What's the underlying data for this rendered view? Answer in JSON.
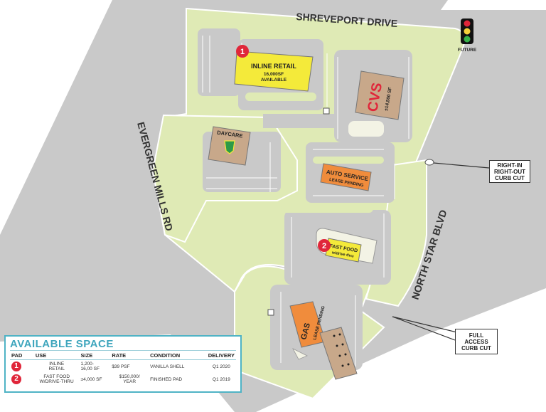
{
  "roads": {
    "shreveport": "SHREVEPORT DRIVE",
    "evergreen": "EVERGREEN MILLS RD",
    "northstar": "NORTH STAR BLVD"
  },
  "future_label": "FUTURE",
  "callouts": {
    "right_in": [
      "RIGHT-IN",
      "RIGHT-OUT",
      "CURB CUT"
    ],
    "full_access": [
      "FULL",
      "ACCESS",
      "CURB CUT"
    ]
  },
  "buildings": {
    "inline_retail": [
      "INLINE RETAIL",
      "16,000SF",
      "AVAILABLE"
    ],
    "cvs_logo": "CVS",
    "cvs_size": "±14,500 SF",
    "daycare": "DAYCARE",
    "auto_service": [
      "AUTO SERVICE",
      "LEASE PENDING"
    ],
    "fast_food": [
      "FAST FOOD",
      "w/drive thru"
    ],
    "gas": [
      "GAS",
      "LEASE PENDING"
    ]
  },
  "pad_markers": {
    "pad1": "1",
    "pad2": "2"
  },
  "available_space": {
    "title": "AVAILABLE SPACE",
    "headers": [
      "PAD",
      "USE",
      "SIZE",
      "RATE",
      "CONDITION",
      "DELIVERY"
    ],
    "rows": [
      {
        "pad": "1",
        "use": [
          "INLINE",
          "RETAIL"
        ],
        "size": [
          "1,200-",
          "16,00 SF"
        ],
        "rate": [
          "$39 PSF"
        ],
        "condition": "VANILLA SHELL",
        "delivery": "Q1 2020"
      },
      {
        "pad": "2",
        "use": [
          "FAST FOOD",
          "W/DRIVE-THRU"
        ],
        "size": [
          "±4,000 SF"
        ],
        "rate": [
          "$150,000/",
          "YEAR"
        ],
        "condition": "FINISHED PAD",
        "delivery": "Q1 2019"
      }
    ]
  },
  "colors": {
    "road": "#c9c9c9",
    "land": "#dfeab5",
    "pad_red": "#e0263a",
    "retail_yellow": "#f4ea3a",
    "building_tan": "#c8a88a",
    "auto_orange": "#f08c3c",
    "fast_food_yellow": "#f4ea3a",
    "table_border": "#4fb3c5"
  }
}
